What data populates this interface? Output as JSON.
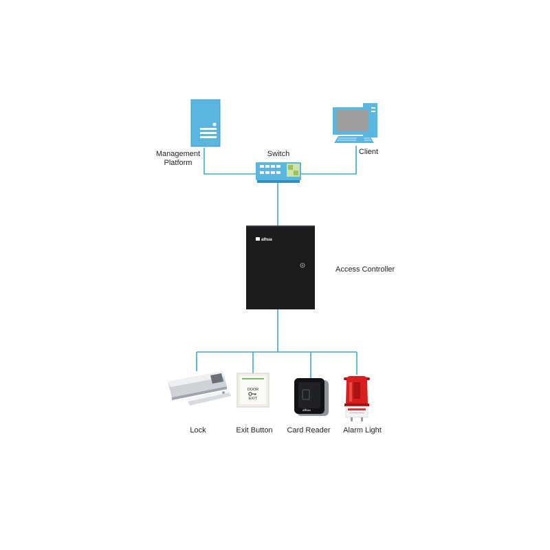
{
  "colors": {
    "connector": "#3aa9d0",
    "device_blue": "#5ab5df",
    "device_blue_dark": "#2f8fbf",
    "controller_body": "#1b1c1e",
    "alarm_red": "#d81e1e"
  },
  "nodes": {
    "management_platform": {
      "label_line1": "Management",
      "label_line2": "Platform",
      "icon": "server-icon"
    },
    "switch": {
      "label": "Switch",
      "icon": "network-switch-icon"
    },
    "client": {
      "label": "Client",
      "icon": "desktop-computer-icon"
    },
    "access_controller": {
      "label": "Access Controller",
      "brand": "alhua",
      "icon": "controller-cabinet-icon"
    },
    "lock": {
      "label": "Lock",
      "icon": "magnetic-lock-icon"
    },
    "exit_button": {
      "label": "Exit Button",
      "text_top": "DOOR",
      "text_bottom": "EXIT",
      "icon": "exit-button-icon"
    },
    "card_reader": {
      "label": "Card Reader",
      "brand": "alhua",
      "icon": "card-reader-icon"
    },
    "alarm_light": {
      "label": "Alarm Light",
      "icon": "alarm-light-icon"
    }
  }
}
